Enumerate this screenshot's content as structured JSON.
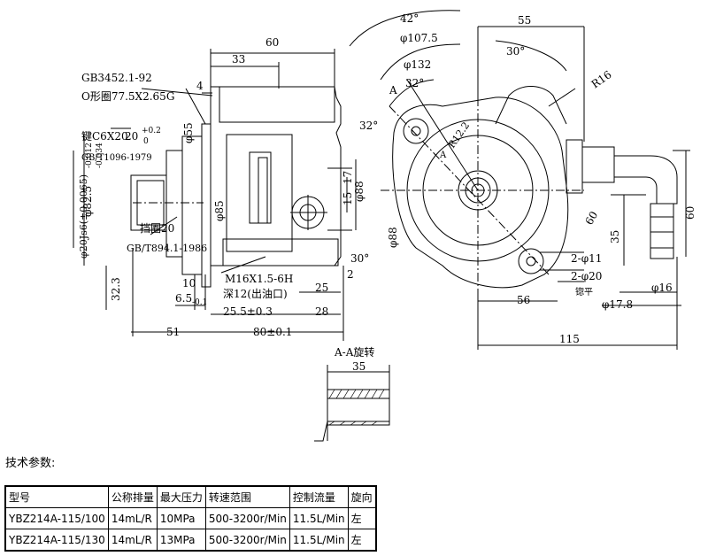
{
  "drawing": {
    "left_view": {
      "dims": [
        "60",
        "33",
        "4",
        "GB3452.1-92",
        "O形圈77.5X2.65G",
        "键C6X20",
        "20",
        "+0.2",
        "0",
        "GB/T1096-1979",
        "φ55",
        "φ82.5",
        "-0.012",
        "-0.034",
        "φ20Js6(±0.0065)",
        "挡圈20",
        "GB/T894.1-1986",
        "φ85",
        "φ88",
        "17",
        "15",
        "30°",
        "2",
        "M16X1.5-6H",
        "深12(出油口)",
        "25",
        "25.5±0.3",
        "28",
        "32.3",
        "10",
        "6.5",
        "-0.1",
        "51",
        "80±0.1"
      ]
    },
    "right_view": {
      "dims": [
        "42°",
        "55",
        "φ107.5",
        "30°",
        "φ132",
        "32°",
        "32°",
        "R16",
        "R12.2",
        "A",
        "A",
        "60",
        "φ88",
        "35",
        "60",
        "2-φ11",
        "2-φ20",
        "锪平",
        "φ16",
        "56",
        "φ17.8",
        "115"
      ]
    },
    "section": {
      "title": "A-A旋转",
      "dim": "35"
    }
  },
  "params": {
    "title": "技术参数:",
    "headers": [
      "型号",
      "公称排量",
      "最大压力",
      "转速范围",
      "控制流量",
      "旋向"
    ],
    "rows": [
      [
        "YBZ214A-115/100",
        "14mL/R",
        "10MPa",
        "500-3200r/Min",
        "11.5L/Min",
        "左"
      ],
      [
        "YBZ214A-115/130",
        "14mL/R",
        "13MPa",
        "500-3200r/Min",
        "11.5L/Min",
        "左"
      ]
    ]
  }
}
